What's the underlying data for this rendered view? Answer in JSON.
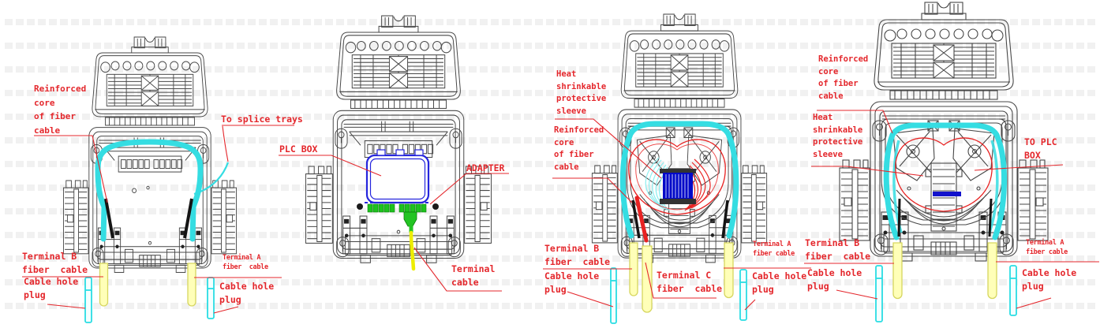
{
  "document": {
    "type": "fiber-optic distribution box installation diagram",
    "panel_count": 4
  },
  "colors": {
    "annotation_red": "#e4272c",
    "cable_cyan": "#35dde2",
    "fiber_cyan_light": "#8ceef0",
    "fiber_red": "#e82222",
    "cable_yellow_fill": "#ffffb8",
    "cable_yellow_stroke": "#d6d65e",
    "terminal_cable_yellow": "#eded00",
    "plc_box_blue": "#2525dd",
    "adapter_green": "#1ec21e",
    "splice_block_blue": "#0009c8",
    "lineart_gray": "#474747"
  },
  "panels": [
    {
      "id": 1,
      "labels": {
        "reinforced_core": "Reinforced\ncore\nof fiber\ncable",
        "to_splice_trays": "To splice trays",
        "terminal_b": "Terminal B\nfiber  cable",
        "terminal_a": "Terminal A\nfiber  cable",
        "plug_left": "Cable hole\nplug",
        "plug_right": "Cable hole\nplug"
      }
    },
    {
      "id": 2,
      "labels": {
        "plc_box": "PLC BOX",
        "adapter": "ADAPTER",
        "terminal_cable": "Terminal\ncable"
      }
    },
    {
      "id": 3,
      "labels": {
        "heat_sleeve": "Heat\nshrinkable\nprotective\nsleeve",
        "reinforced_core": "Reinforced\ncore\nof fiber\ncable",
        "terminal_b": "Terminal B\nfiber  cable",
        "plug_left": "Cable hole\nplug",
        "terminal_c": "Terminal C\nfiber  cable",
        "terminal_a": "Terminal A\nfiber cable",
        "plug_right": "Cable hole\nplug"
      }
    },
    {
      "id": 4,
      "labels": {
        "reinforced_core": "Reinforced\ncore\nof fiber\ncable",
        "heat_sleeve": "Heat\nshrinkable\nprotective\nsleeve",
        "to_plc_box": "TO PLC\nBOX",
        "terminal_b": "Terminal B\nfiber  cable",
        "plug_left": "Cable hole\nplug",
        "terminal_a": "Terminal A\nfiber cable",
        "plug_right": "Cable hole\nplug"
      }
    }
  ]
}
